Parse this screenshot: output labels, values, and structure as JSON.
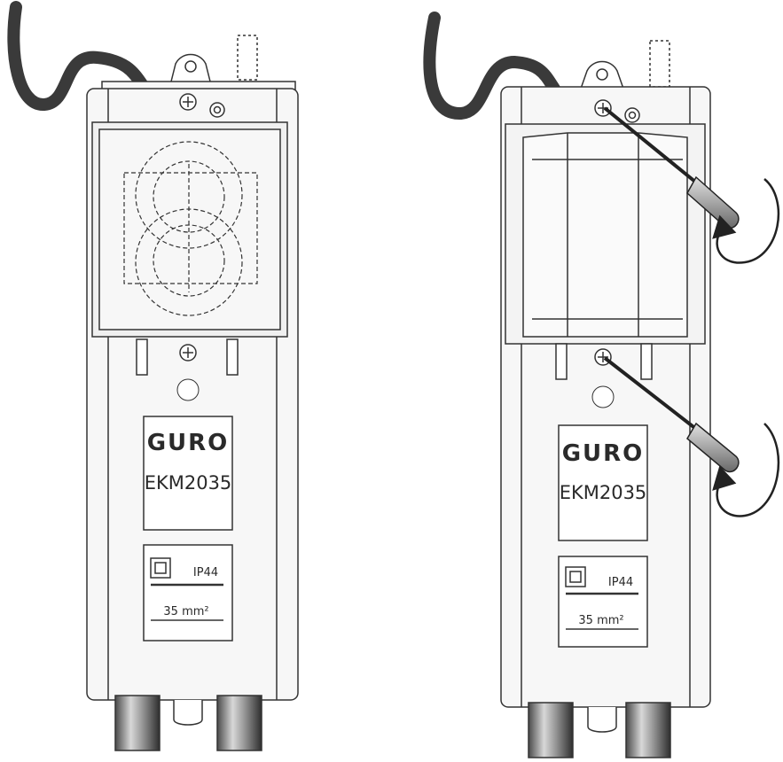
{
  "devices": [
    {
      "brand": "GURO",
      "model": "EKM2035",
      "ip_rating": "IP44",
      "cross_section": "35 mm²",
      "state": "cover-closed"
    },
    {
      "brand": "GURO",
      "model": "EKM2035",
      "ip_rating": "IP44",
      "cross_section": "35 mm²",
      "state": "cover-open-screwdriver"
    }
  ],
  "icons": {
    "screwdriver": "screwdriver-icon",
    "rotation": "rotation-arrow-icon",
    "double_insulation": "double-insulation-icon",
    "screw": "screw-icon"
  },
  "colors": {
    "line": "#333333",
    "fill": "#f7f7f7",
    "cable": "#3a3a3a"
  }
}
